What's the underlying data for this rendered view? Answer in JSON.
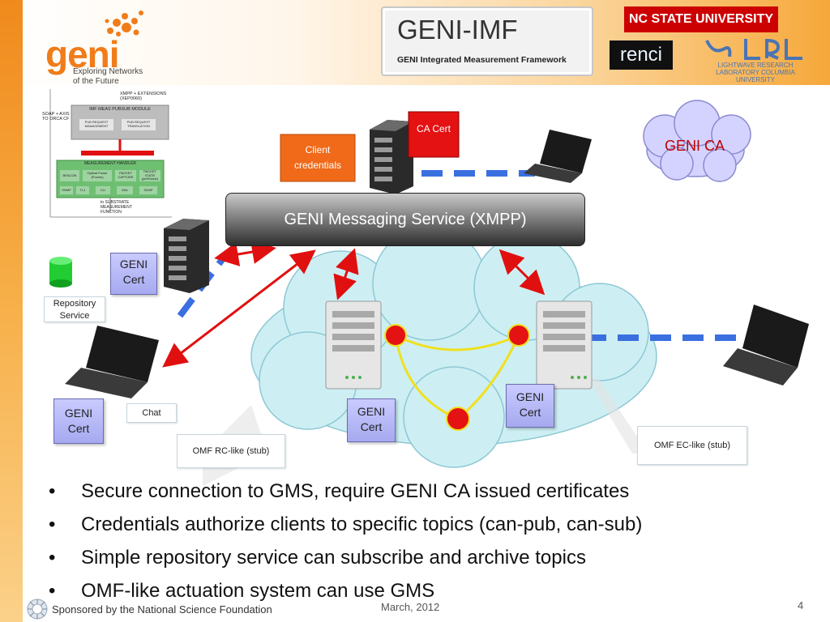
{
  "header": {
    "logo_word": "geni",
    "logo_tagline": "Exploring Networks of the Future",
    "imf_title": "GENI-IMF",
    "imf_subtitle": "GENI Integrated Measurement Framework",
    "ncsu_logo": "NC STATE UNIVERSITY",
    "renci_logo": "renci",
    "lrl_logo": "LIGHTWAVE RESEARCH LABORATORY COLUMBIA UNIVERSITY"
  },
  "diagram": {
    "thumb_labels": {
      "xmpp_ext": "XMPP + EXTENSIONS (XEP0060)",
      "soap": "SOAP + AXIS TO ORCA CF",
      "pubsub": "IMF MEAS PUBSUB MODULE",
      "pub_mgmt": "PUB REQUEST MANAGEMENT",
      "pub_trans": "PUB REQUEST TRANSLATION",
      "handler": "MEASUREMENT HANDLER",
      "beacon": "BEACON",
      "optical": "Optical Power (Pooms)",
      "packet_capture": "PACKET CAPTURE",
      "packet_state": "PACKET STATE (perfSonar)",
      "snmp": "SNMP",
      "tl1": "TL1",
      "cli": "CLI",
      "xml": "XML",
      "sdnp": "SDNP",
      "substrate": "to SUBSTRATE MEASUREMENT FUNCTION"
    },
    "gms_label": "GENI Messaging Service (XMPP)",
    "geni_ca": "GENI CA",
    "ca_cert": "CA Cert",
    "client_credentials": "Client credentials",
    "geni_cert_repo": "GENI Cert",
    "geni_cert_chat": "GENI Cert",
    "geni_cert_rc": "GENI Cert",
    "geni_cert_ec": "GENI Cert",
    "repository_service": "Repository Service",
    "chat": "Chat",
    "omf_rc": "OMF RC-like (stub)",
    "omf_ec": "OMF EC-like (stub)",
    "colors": {
      "arrow": "#e01010",
      "dash": "#3a6fe0",
      "node": "#e41212",
      "link": "#f0e020",
      "cloud": "#cdeff3"
    }
  },
  "bullets": [
    "Secure connection to GMS, require GENI CA issued certificates",
    "Credentials authorize clients to specific topics (can-pub, can-sub)",
    "Simple repository service can subscribe and archive topics",
    "OMF-like actuation system can use GMS"
  ],
  "footer": {
    "sponsor": "Sponsored by the National Science Foundation",
    "date": "March, 2012",
    "page": "4"
  }
}
